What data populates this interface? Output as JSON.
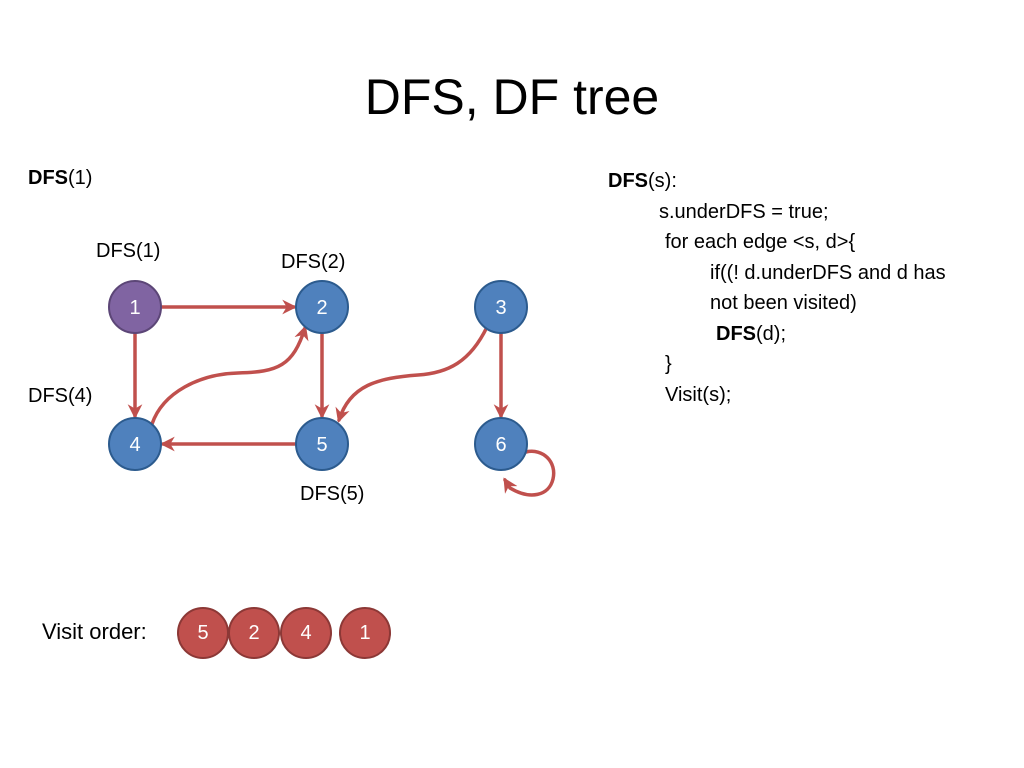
{
  "title": "DFS, DF tree",
  "top_call": {
    "bold": "DFS",
    "rest": "(1)"
  },
  "call_labels": [
    {
      "text": "DFS(1)"
    },
    {
      "text": "DFS(2)"
    },
    {
      "text": "DFS(4)"
    },
    {
      "text": "DFS(5)"
    }
  ],
  "graph": {
    "nodes": [
      {
        "id": "1",
        "label": "1",
        "state": "current",
        "color": "#8064a2"
      },
      {
        "id": "2",
        "label": "2",
        "state": "normal",
        "color": "#4f81bd"
      },
      {
        "id": "3",
        "label": "3",
        "state": "normal",
        "color": "#4f81bd"
      },
      {
        "id": "4",
        "label": "4",
        "state": "normal",
        "color": "#4f81bd"
      },
      {
        "id": "5",
        "label": "5",
        "state": "normal",
        "color": "#4f81bd"
      },
      {
        "id": "6",
        "label": "6",
        "state": "normal",
        "color": "#4f81bd"
      }
    ],
    "edges": [
      {
        "from": "1",
        "to": "2"
      },
      {
        "from": "1",
        "to": "4"
      },
      {
        "from": "4",
        "to": "2"
      },
      {
        "from": "2",
        "to": "5"
      },
      {
        "from": "5",
        "to": "4"
      },
      {
        "from": "3",
        "to": "5"
      },
      {
        "from": "3",
        "to": "6"
      },
      {
        "from": "6",
        "to": "6"
      }
    ],
    "edge_color": "#c0504d",
    "node_border_color": "#2c5b8e"
  },
  "code": {
    "header_bold": "DFS",
    "header_rest": "(s):",
    "line1": "s.underDFS = true;",
    "line2": "for each edge <s, d>{",
    "line3": "if((! d.underDFS and d has",
    "line4": "not been visited)",
    "line5_bold": "DFS",
    "line5_rest": "(d);",
    "line6": "}",
    "line7": "Visit(s);"
  },
  "visit_order": {
    "label": "Visit order:",
    "items": [
      "5",
      "2",
      "4",
      "1"
    ]
  }
}
